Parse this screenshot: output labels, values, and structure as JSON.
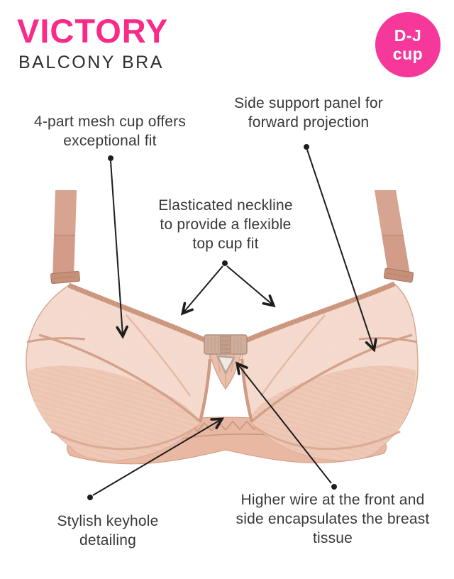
{
  "header": {
    "brand": "VICTORY",
    "subtitle": "BALCONY BRA"
  },
  "badge": {
    "cup_range": "D-J",
    "unit": "cup"
  },
  "annotations": {
    "mesh_cup": {
      "label": "4-part mesh cup offers exceptional fit"
    },
    "side_support": {
      "label": "Side support panel for forward projection"
    },
    "neckline": {
      "label": "Elasticated neckline to provide a flexible top cup fit"
    },
    "keyhole": {
      "label": "Stylish keyhole detailing"
    },
    "higher_wire": {
      "label": "Higher wire at the front and side encapsulates the breast tissue"
    }
  },
  "colors": {
    "brand_pink": "#fa2a88",
    "badge_pink": "#f5389a",
    "annotation_text": "#383838",
    "annotation_line": "#1d1d1d",
    "bra_mesh": "#f5dbcf",
    "bra_fabric": "#efc9b7",
    "bra_trim": "#cf9a82",
    "bra_strap": "#d29c89"
  },
  "figure": {
    "description": "Front view of a beige balcony bra with feature call-out lines"
  }
}
